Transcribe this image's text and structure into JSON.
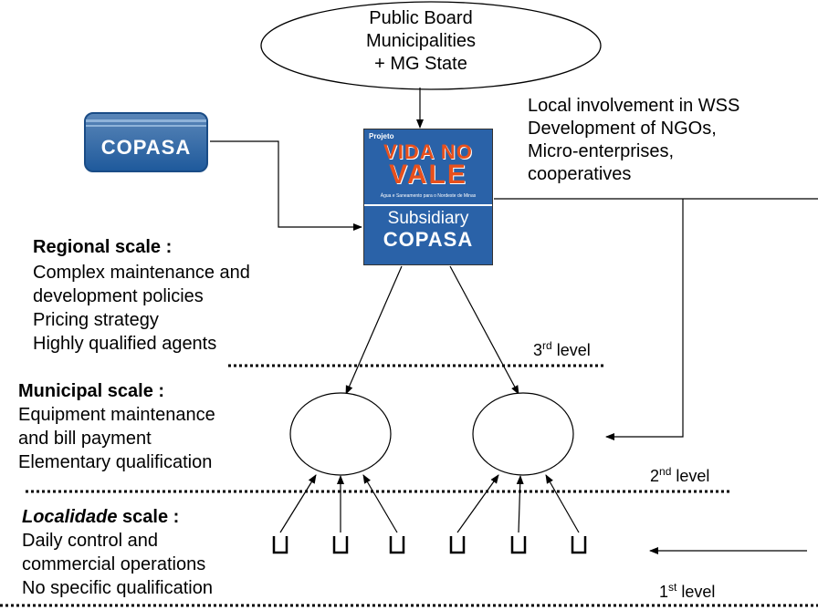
{
  "public_board": {
    "lines": [
      "Public Board",
      "Municipalities",
      "+ MG State"
    ]
  },
  "copasa_logo": {
    "text": "COPASA"
  },
  "vida_logo": {
    "projeto": "Projeto",
    "vida_no": "VIDA NO",
    "vale": "VALE",
    "tagline": "Água e Saneamento para o Nordeste de Minas",
    "subsidiary": "Subsidiary",
    "copasa": "COPASA"
  },
  "local_involvement": {
    "lines": [
      "Local involvement in WSS",
      "Development of NGOs,",
      "Micro-enterprises,",
      "cooperatives"
    ]
  },
  "regional": {
    "title": "Regional scale :",
    "lines": [
      "Complex maintenance and",
      "development policies",
      "Pricing strategy",
      "Highly qualified agents"
    ]
  },
  "municipal": {
    "title": "Municipal scale :",
    "lines": [
      " Equipment maintenance",
      " and  bill payment",
      "Elementary qualification"
    ]
  },
  "localidade": {
    "title_italic": "Localidade",
    "title_rest": " scale :",
    "lines": [
      "Daily control and",
      "commercial operations",
      "No specific qualification"
    ]
  },
  "levels": [
    {
      "num": "3",
      "sup": "rd",
      "word": " level"
    },
    {
      "num": "2",
      "sup": "nd",
      "word": " level"
    },
    {
      "num": "1",
      "sup": "st",
      "word": " level"
    }
  ]
}
